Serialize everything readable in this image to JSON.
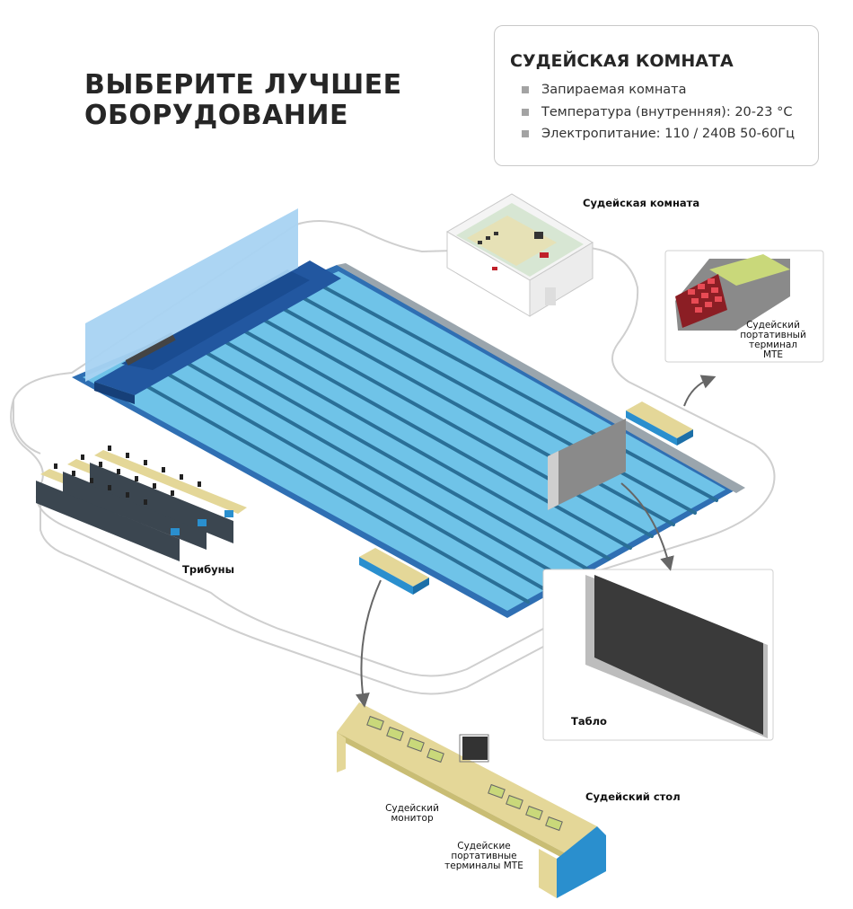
{
  "headline": {
    "line1": "ВЫБЕРИТЕ ЛУЧШЕЕ",
    "line2": "ОБОРУДОВАНИЕ"
  },
  "info": {
    "title": "СУДЕЙСКАЯ КОМНАТА",
    "items": [
      "Запираемая комната",
      "Температура (внутренняя): 20-23 °C",
      "Электропитание: 110 / 240В 50-60Гц"
    ]
  },
  "labels": {
    "judges_room": "Судейская комната",
    "terminal": "Судейский портативный терминал MTE",
    "stands": "Трибуны",
    "scoreboard": "Табло",
    "judges_table": "Судейский стол",
    "judge_monitor": "Судейский монитор",
    "terminals": "Судейские портативные терминалы MTE"
  },
  "colors": {
    "water": "#6fc3e8",
    "pool_edge": "#2f6fb3",
    "lane_line": "#2a6f97",
    "glass_wall": "#a8d3f2",
    "table_top": "#e4d798",
    "table_side": "#2a8fce",
    "screen": "#3a3a3a"
  }
}
